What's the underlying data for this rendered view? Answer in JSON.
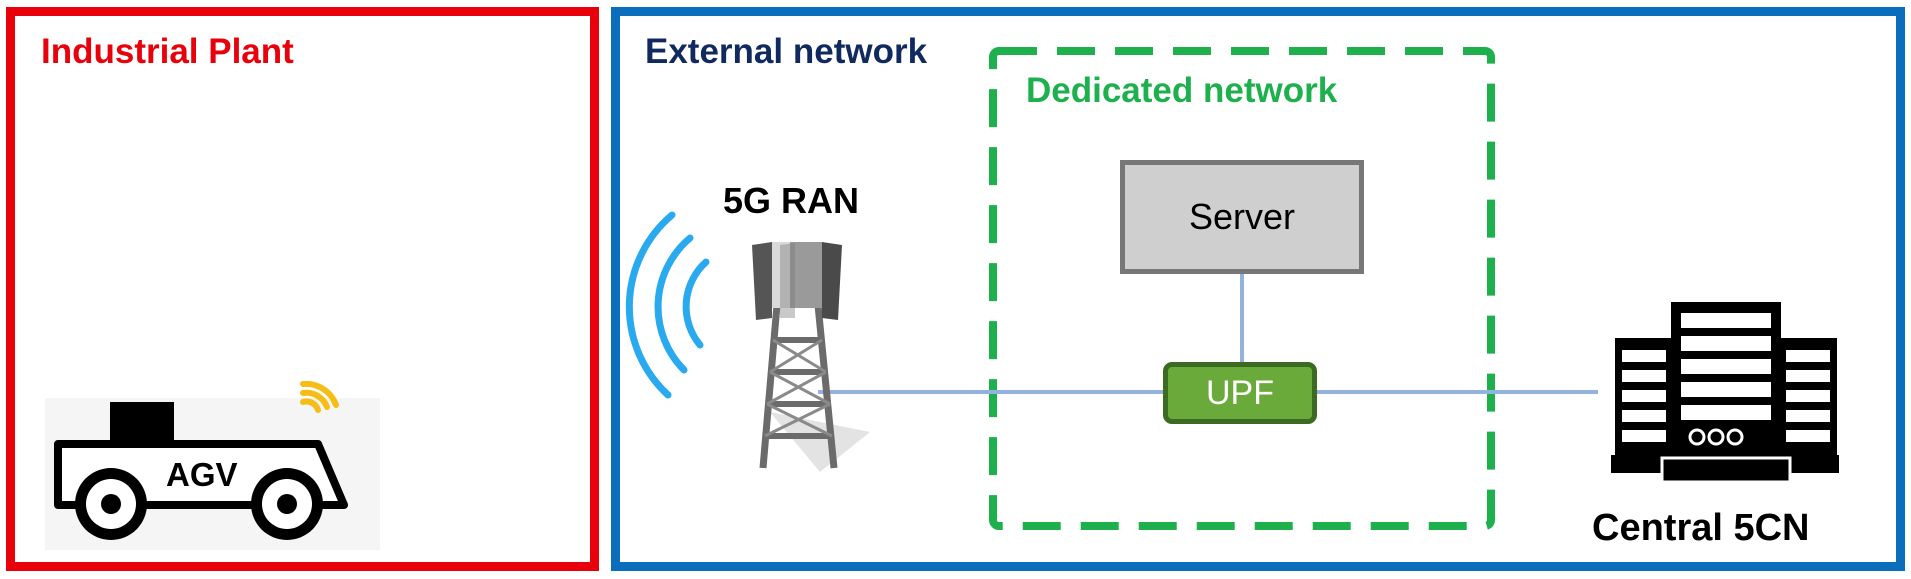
{
  "regions": {
    "industrial_plant": {
      "label": "Industrial Plant",
      "color": "#e8000b"
    },
    "external_network": {
      "label": "External network",
      "color": "#0a6ebd",
      "label_color": "#10295e"
    },
    "dedicated_network": {
      "label": "Dedicated network",
      "color": "#1db04d"
    }
  },
  "nodes": {
    "agv": {
      "label": "AGV"
    },
    "ran": {
      "label": "5G RAN"
    },
    "server": {
      "label": "Server",
      "fill": "#cfcfcf",
      "stroke": "#777777"
    },
    "upf": {
      "label": "UPF",
      "fill": "#6aaa3a",
      "stroke": "#3d6a22"
    },
    "core": {
      "label": "Central 5CN"
    }
  },
  "links": [
    {
      "from": "ran",
      "to": "upf",
      "color": "#94b3dc"
    },
    {
      "from": "upf",
      "to": "core",
      "color": "#94b3dc"
    },
    {
      "from": "server",
      "to": "upf",
      "color": "#94b3dc"
    }
  ],
  "icons": [
    "car-icon",
    "wifi-icon",
    "antenna-tower-icon",
    "signal-waves-icon",
    "server-rack-icon"
  ]
}
